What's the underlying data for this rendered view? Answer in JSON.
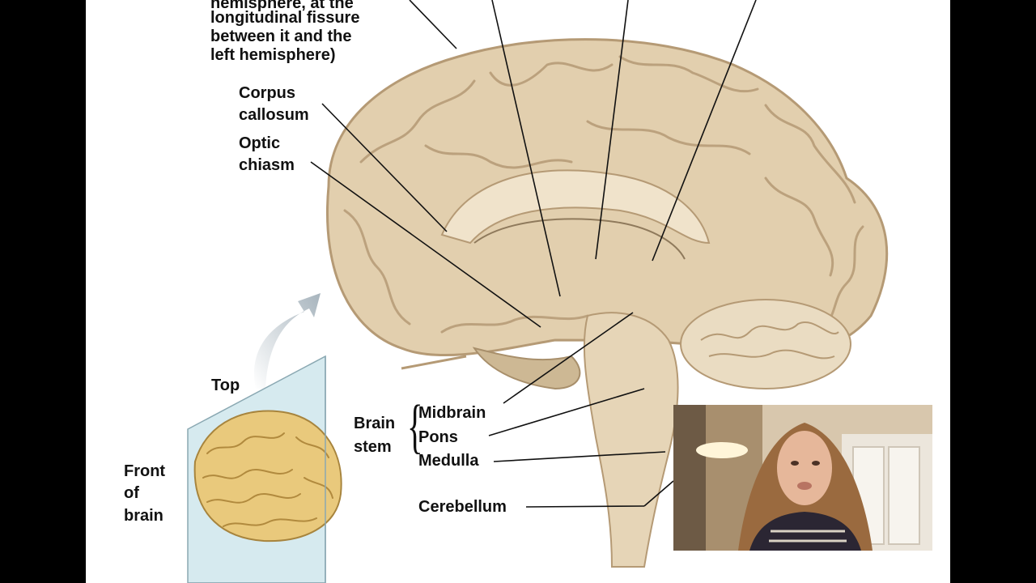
{
  "labels": {
    "hemisphere": "hemisphere, at the",
    "longitudinal": "longitudinal fissure",
    "between": "between it and the",
    "left_hemisphere": "left hemisphere)",
    "corpus_1": "Corpus",
    "corpus_2": "callosum",
    "optic_1": "Optic",
    "optic_2": "chiasm",
    "top": "Top",
    "front_1": "Front",
    "front_2": "of",
    "front_3": "brain",
    "brain_1": "Brain",
    "brain_2": "stem",
    "midbrain": "Midbrain",
    "pons": "Pons",
    "medulla": "Medulla",
    "cerebellum": "Cerebellum"
  },
  "colors": {
    "brain_tissue": "#e2cfae",
    "brain_shadow": "#b59a75",
    "small_brain": "#e9c97c",
    "plane": "#cfe6ec",
    "arrow": "#b8c4cc"
  }
}
